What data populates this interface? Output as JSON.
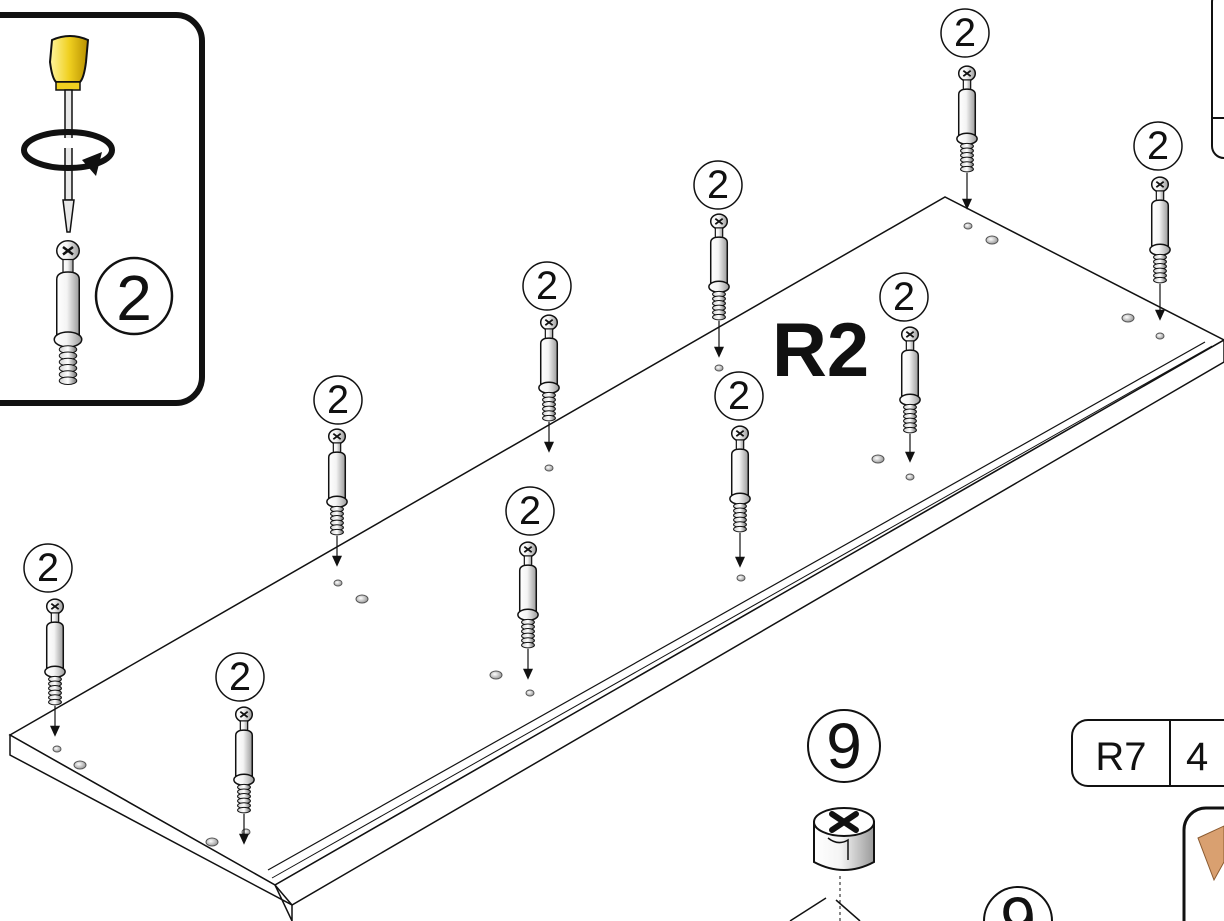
{
  "panel_label": "R2",
  "screw_count_label": "2",
  "cam_count_label": "9",
  "part_tag": {
    "part": "R7",
    "count": "4"
  },
  "colors": {
    "line": "#111111",
    "handle": "#f0d020",
    "handle_shadow": "#c9a400",
    "metal": "#d8d8d8",
    "cam_lock_tab": "#d9a070"
  },
  "icons": [
    "screwdriver-icon",
    "rotate-arrow-icon",
    "cam-bolt-icon",
    "cam-lock-icon",
    "arrow-down-icon"
  ]
}
